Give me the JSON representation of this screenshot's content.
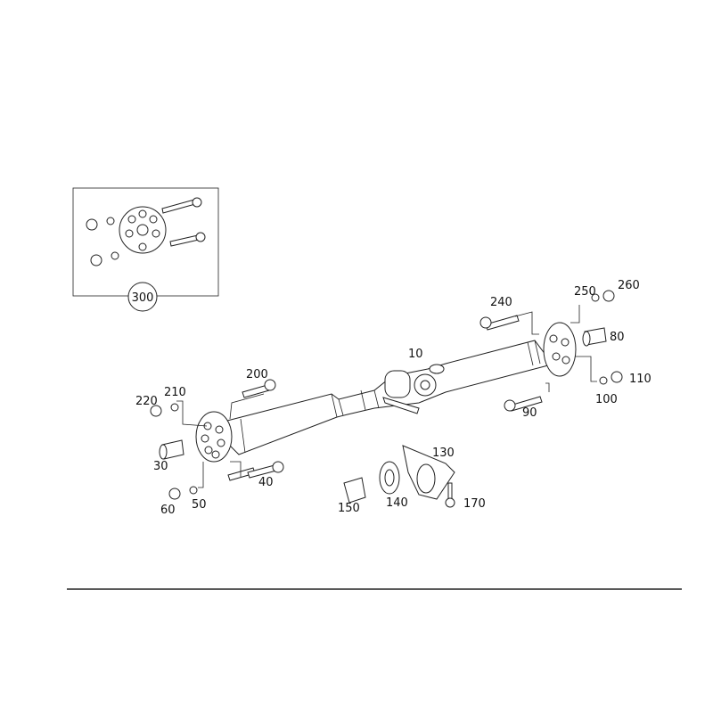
{
  "diagram": {
    "inset_callout": "300",
    "callouts": {
      "c10": "10",
      "c30": "30",
      "c40": "40",
      "c50": "50",
      "c60": "60",
      "c80": "80",
      "c90": "90",
      "c100": "100",
      "c110": "110",
      "c130": "130",
      "c140": "140",
      "c150": "150",
      "c170": "170",
      "c200": "200",
      "c210": "210",
      "c220": "220",
      "c240": "240",
      "c250": "250",
      "c260": "260"
    }
  }
}
